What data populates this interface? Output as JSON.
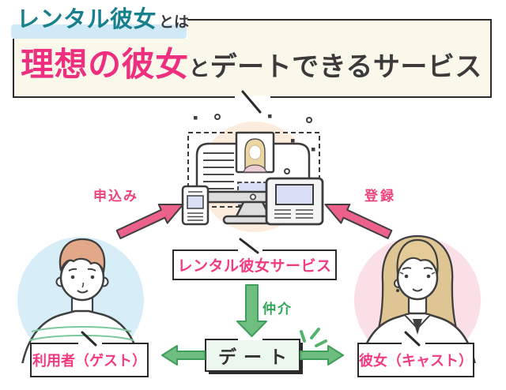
{
  "header": {
    "tag_title": "レンタル彼女",
    "tag_suffix": "とは",
    "headline_highlight": "理想の彼女",
    "headline_connector": "と",
    "headline_rest": "デートできるサービス"
  },
  "diagram": {
    "service_label": "レンタル彼女サービス",
    "apply_label": "申込み",
    "register_label": "登録",
    "mediate_label": "仲介",
    "date_label": "デート",
    "guest_label": "利用者（ゲスト）",
    "cast_label": "彼女（キャスト）"
  },
  "icons": {
    "center": "service-computer-illustration",
    "left_person": "guest-avatar",
    "right_person": "cast-avatar",
    "arrows": [
      "apply-arrow-icon",
      "register-arrow-icon",
      "mediate-arrow-icon",
      "date-left-arrow-icon",
      "date-right-arrow-icon"
    ],
    "decor": [
      "sparkle-icon",
      "callout-slash-icon"
    ]
  },
  "colors": {
    "teal_title": "#17808d",
    "title_highlight": "#cfe9f6",
    "headline_pink": "#ee2e7e",
    "dark_text": "#3b3b3b",
    "cream_box": "#faf8ea",
    "pink_label": "#f13b80",
    "pink_arrow": "#ec6189",
    "green_arrow": "#6fbe80",
    "green_text": "#2fa457",
    "date_box_bg": "#ecf7ed",
    "guest_circle": "#d7edf8",
    "cast_circle": "#fadfe7",
    "peach_circle": "#fcecdd",
    "screen_lavender": "#d9dff4"
  }
}
